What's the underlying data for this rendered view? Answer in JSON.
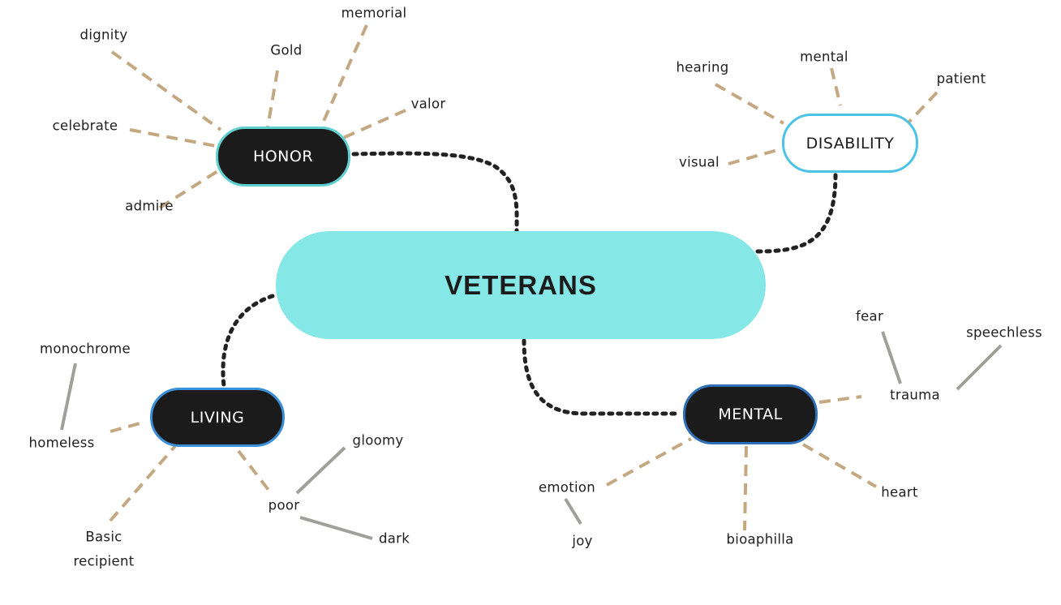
{
  "colors": {
    "background": "#ffffff",
    "center_fill": "#86e8e6",
    "dark_node_fill": "#1b1b1b",
    "honor_border": "#5fd0d0",
    "disability_border": "#4cc3e6",
    "living_border": "#3a8fd8",
    "mental_border": "#2f6fb6",
    "main_connector": "#222222",
    "tan_connector": "#c4a882",
    "gray_connector": "#a0a09a"
  },
  "center": {
    "label": "VETERANS"
  },
  "nodes": {
    "honor": {
      "label": "HONOR"
    },
    "disability": {
      "label": "DISABILITY"
    },
    "living": {
      "label": "LIVING"
    },
    "mental": {
      "label": "MENTAL"
    }
  },
  "words": {
    "dignity": "dignity",
    "gold": "Gold",
    "memorial": "memorial",
    "valor": "valor",
    "celebrate": "celebrate",
    "admire": "admire",
    "hearing": "hearing",
    "mental_word": "mental",
    "patient": "patient",
    "visual": "visual",
    "monochrome": "monochrome",
    "homeless": "homeless",
    "basic": "Basic",
    "recipient": "recipient",
    "gloomy": "gloomy",
    "poor": "poor",
    "dark": "dark",
    "fear": "fear",
    "speechless": "speechless",
    "trauma": "trauma",
    "emotion": "emotion",
    "joy": "joy",
    "bioaphilla": "bioaphilla",
    "heart": "heart"
  }
}
